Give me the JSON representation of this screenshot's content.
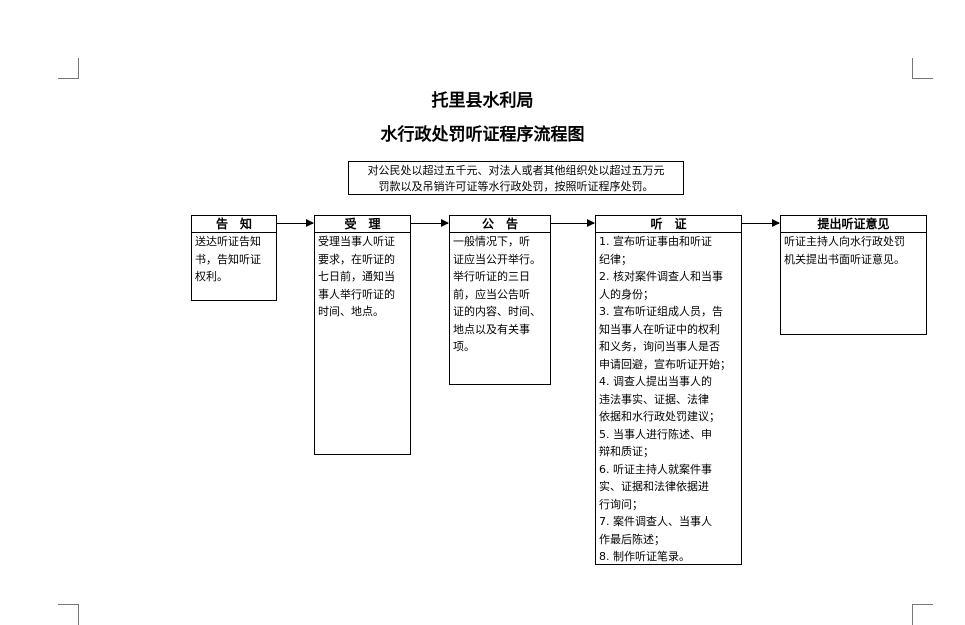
{
  "header": {
    "title": "托里县水利局",
    "subtitle": "水行政处罚听证程序流程图"
  },
  "scope": {
    "line1": "对公民处以超过五千元、对法人或者其他组织处以超过五万元",
    "line2": "罚款以及吊销许可证等水行政处罚，按照听证程序处罚。"
  },
  "steps": [
    {
      "head": "告　知",
      "lines": [
        "送达听证告知",
        "书，告知听证",
        "权利。"
      ]
    },
    {
      "head": "受　理",
      "lines": [
        "受理当事人听证",
        "要求，在听证的",
        "七日前，通知当",
        "事人举行听证的",
        "时间、地点。"
      ]
    },
    {
      "head": "公　告",
      "lines": [
        "一般情况下，听",
        "证应当公开举行。",
        "举行听证的三日",
        "前，应当公告听",
        "证的内容、时间、",
        "地点以及有关事",
        "项。"
      ]
    },
    {
      "head": "听　证",
      "lines": [
        "1. 宣布听证事由和听证",
        "纪律；",
        "2. 核对案件调查人和当事",
        "人的身份；",
        "3. 宣布听证组成人员，告",
        "知当事人在听证中的权利",
        "和义务，询问当事人是否",
        "申请回避，宣布听证开始；",
        "4. 调查人提出当事人的",
        "违法事实、证据、法律",
        "依据和水行政处罚建议；",
        "5. 当事人进行陈述、申",
        "辩和质证；",
        "6. 听证主持人就案件事",
        "实、证据和法律依据进",
        "行询问；",
        "7. 案件调查人、当事人",
        "作最后陈述；",
        "8.  制作听证笔录。"
      ]
    },
    {
      "head": "提出听证意见",
      "lines": [
        "听证主持人向水行政处罚",
        "机关提出书面听证意见。"
      ]
    }
  ]
}
